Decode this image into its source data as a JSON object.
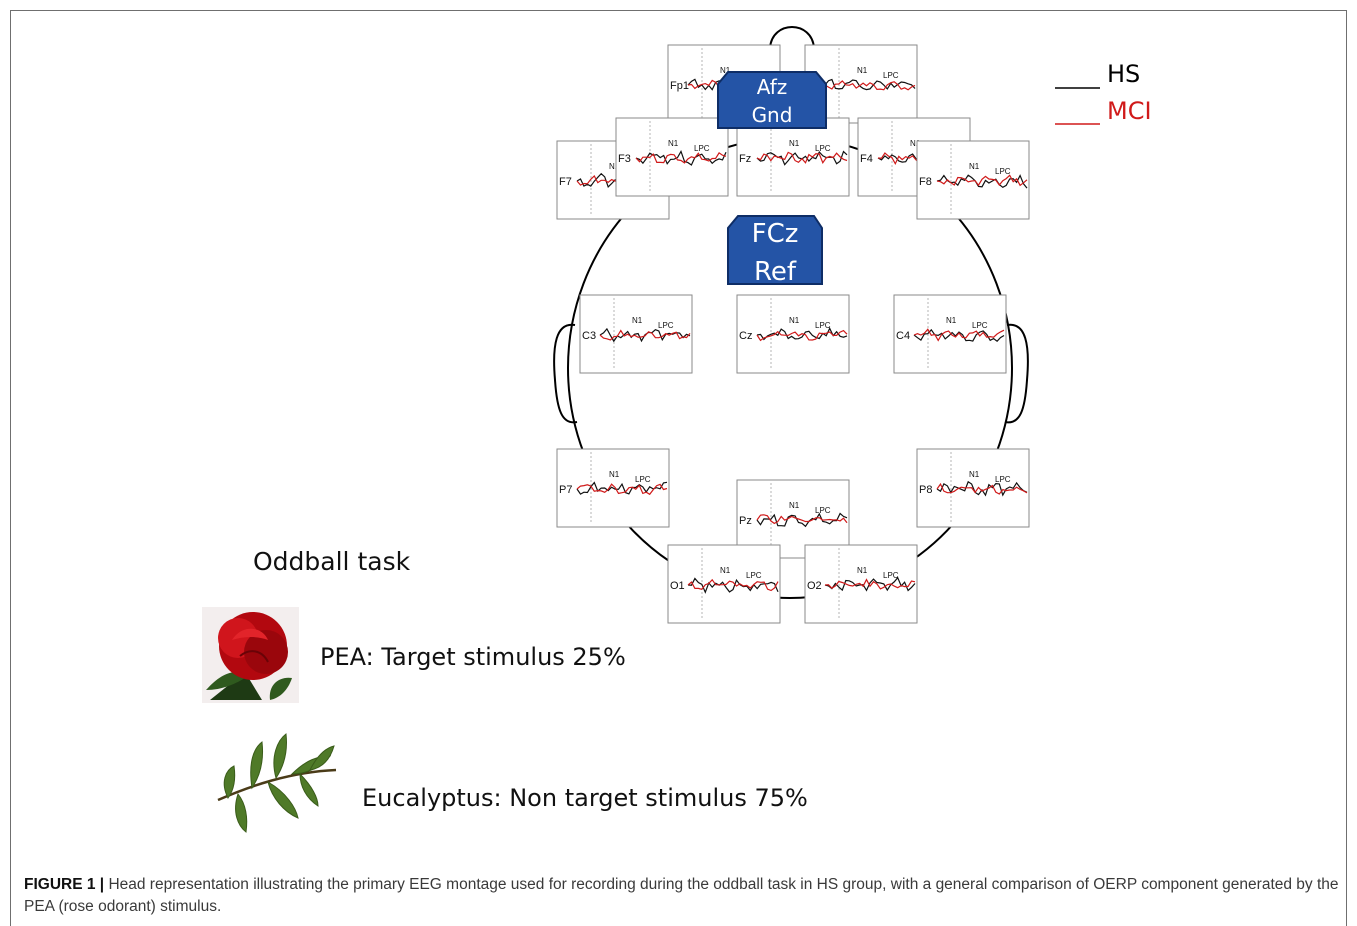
{
  "legend": {
    "hs_label": "HS",
    "mci_label": "MCI",
    "hs_color": "#000000",
    "mci_color": "#d01a1a"
  },
  "reference_boxes": {
    "ground": [
      "Afz",
      "Gnd"
    ],
    "reference": [
      "FCz",
      "Ref"
    ],
    "box_color": "#2454a6"
  },
  "component_labels": {
    "n1": "N1",
    "lpc": "LPC"
  },
  "electrodes": [
    {
      "id": "Fp1",
      "label": "Fp1"
    },
    {
      "id": "Fp2",
      "label": ""
    },
    {
      "id": "F7",
      "label": "F7"
    },
    {
      "id": "F3",
      "label": "F3"
    },
    {
      "id": "Fz",
      "label": "Fz"
    },
    {
      "id": "F4",
      "label": "F4"
    },
    {
      "id": "F8",
      "label": "F8"
    },
    {
      "id": "C3",
      "label": "C3"
    },
    {
      "id": "Cz",
      "label": "Cz"
    },
    {
      "id": "C4",
      "label": "C4"
    },
    {
      "id": "P7",
      "label": "P7"
    },
    {
      "id": "Pz",
      "label": "Pz"
    },
    {
      "id": "P8",
      "label": "P8"
    },
    {
      "id": "O1",
      "label": "O1"
    },
    {
      "id": "O2",
      "label": "O2"
    }
  ],
  "task": {
    "title": "Oddball task",
    "target": "PEA: Target stimulus 25%",
    "nontarget": "Eucalyptus: Non target stimulus 75%"
  },
  "caption": {
    "label": "FIGURE 1 |",
    "text": " Head representation illustrating the primary EEG montage used for recording during the oddball task in HS group, with a general comparison of OERP component generated by the PEA (rose odorant) stimulus."
  }
}
